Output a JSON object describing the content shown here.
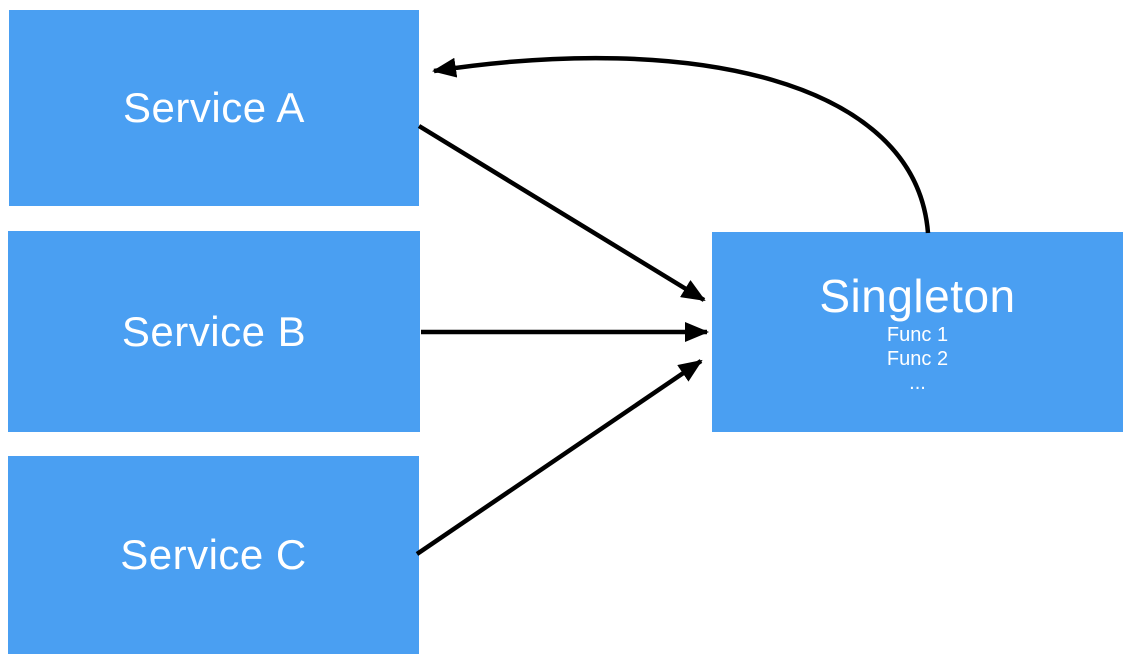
{
  "colors": {
    "box_fill": "#4A9FF2",
    "text": "#FFFFFF",
    "arrow": "#000000",
    "background": "#FFFFFF"
  },
  "nodes": {
    "service_a": {
      "label": "Service A"
    },
    "service_b": {
      "label": "Service B"
    },
    "service_c": {
      "label": "Service C"
    },
    "singleton": {
      "label": "Singleton",
      "functions": [
        "Func 1",
        "Func 2",
        "..."
      ]
    }
  },
  "edges": [
    {
      "from": "service_a",
      "to": "singleton",
      "style": "straight-arrow"
    },
    {
      "from": "service_b",
      "to": "singleton",
      "style": "straight-arrow"
    },
    {
      "from": "service_c",
      "to": "singleton",
      "style": "straight-arrow"
    },
    {
      "from": "singleton",
      "to": "service_a",
      "style": "curved-arrow"
    }
  ]
}
